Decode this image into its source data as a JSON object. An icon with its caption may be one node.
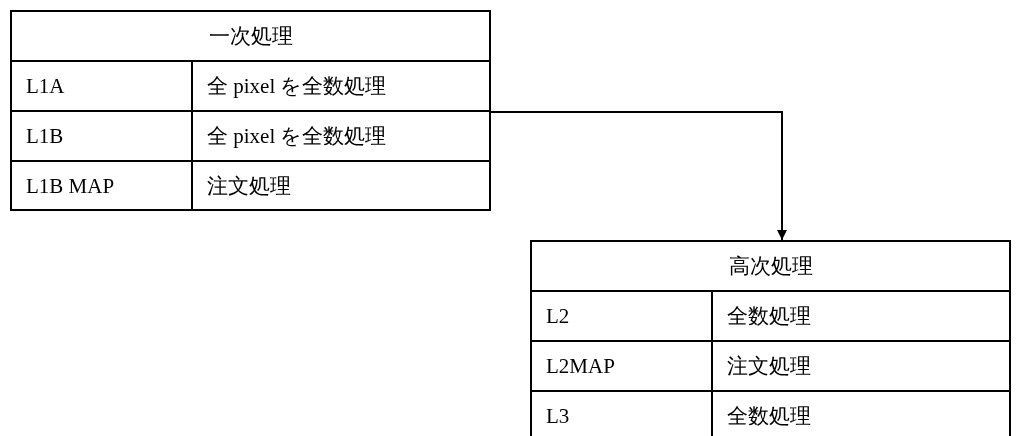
{
  "diagram": {
    "nodes": [
      {
        "text": [
          "一次処理"
        ]
      },
      {
        "text": [
          "L1A"
        ],
        "in": 0
      },
      {
        "text": [
          "全 pixel を全数処理"
        ],
        "in": 0
      },
      {
        "text": [
          "L1B"
        ],
        "in": 0
      },
      {
        "text": [
          "全 pixel を全数処理"
        ],
        "in": 0
      },
      {
        "text": [
          "L1B MAP"
        ],
        "in": 0
      },
      {
        "text": [
          "注文処理"
        ],
        "in": 0
      },
      {
        "text": [
          "高次処理"
        ]
      },
      {
        "text": [
          "L2"
        ],
        "in": 7
      },
      {
        "text": [
          "全数処理"
        ],
        "in": 7
      },
      {
        "text": [
          "L2MAP"
        ],
        "in": 7
      },
      {
        "text": [
          "注文処理"
        ],
        "in": 7
      },
      {
        "text": [
          "L3"
        ],
        "in": 7
      },
      {
        "text": [
          "全数処理"
        ],
        "in": 7
      }
    ],
    "edges": [
      {
        "from": 0,
        "to": 7,
        "arrow": "to"
      }
    ]
  }
}
